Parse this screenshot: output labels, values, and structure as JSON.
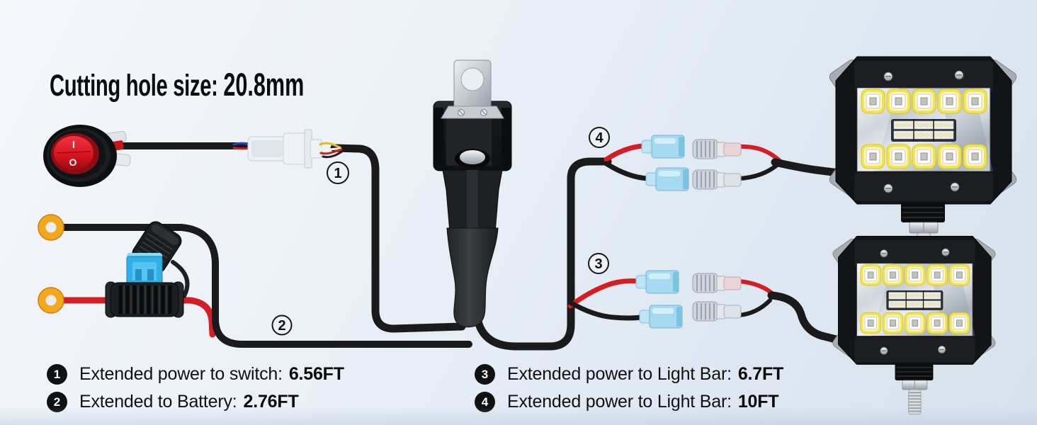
{
  "title": {
    "label": "Cutting hole size: ",
    "value": "20.8mm"
  },
  "legend": {
    "items": [
      {
        "number": "1",
        "label": "Extended power to switch:",
        "value": "6.56FT"
      },
      {
        "number": "2",
        "label": "Extended to Battery:",
        "value": "2.76FT"
      },
      {
        "number": "3",
        "label": "Extended power to Light Bar:",
        "value": "6.7FT"
      },
      {
        "number": "4",
        "label": "Extended power to Light Bar:",
        "value": "10FT"
      }
    ]
  },
  "diagram": {
    "markers": [
      {
        "number": "1"
      },
      {
        "number": "2"
      },
      {
        "number": "3"
      },
      {
        "number": "4"
      }
    ],
    "switch": {
      "on_label": "I",
      "off_label": "O"
    },
    "components": {
      "rocker_switch": "round red illuminated on/off rocker switch",
      "quick_connector": "2-pin translucent quick-disconnect connector",
      "relay": "relay with metal mounting bracket",
      "fuse_holder": "inline blade fuse holder with blue fuse and cap",
      "battery_terminals": "two yellow ring terminals",
      "spade_connectors": "blue and clear quick-disconnect spade terminals",
      "light_bars": "two 4-inch triple-row LED pod lights"
    }
  },
  "colors": {
    "background_top": "#f4f7fa",
    "background_bottom": "#d7e2ee",
    "wire_black": "#1a1a1c",
    "wire_red": "#d21e24",
    "fuse_blue": "#2fb0e6",
    "spade_blue": "#a5daf1",
    "ring_terminal_yellow": "#f2a71d",
    "switch_red": "#e01a29",
    "text_black": "#0c0d0e"
  }
}
